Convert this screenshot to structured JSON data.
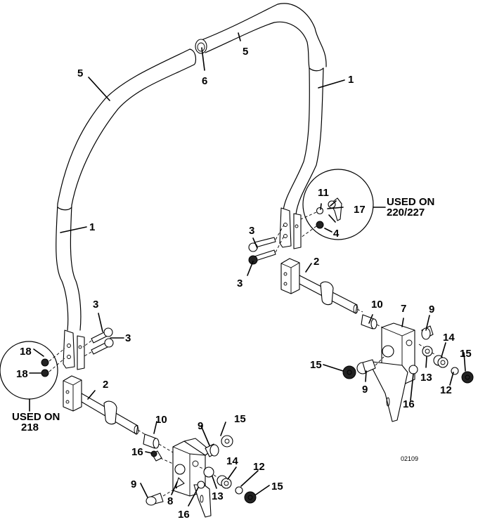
{
  "diagram": {
    "drawing_number": "02109",
    "notes": {
      "left_detail": {
        "line1": "USED ON",
        "line2": "218"
      },
      "right_detail": {
        "line1": "USED ON",
        "line2": "220/227"
      }
    },
    "callouts": {
      "c1_left": "1",
      "c1_right": "1",
      "c2_left": "2",
      "c2_right": "2",
      "c3_a": "3",
      "c3_b": "3",
      "c3_c": "3",
      "c3_d": "3",
      "c4": "4",
      "c5_left": "5",
      "c5_top": "5",
      "c6": "6",
      "c7": "7",
      "c8": "8",
      "c9_a": "9",
      "c9_b": "9",
      "c9_c": "9",
      "c9_d": "9",
      "c10_a": "10",
      "c10_b": "10",
      "c11": "11",
      "c12_a": "12",
      "c12_b": "12",
      "c13_a": "13",
      "c13_b": "13",
      "c14_a": "14",
      "c14_b": "14",
      "c15_a": "15",
      "c15_b": "15",
      "c15_c": "15",
      "c15_d": "15",
      "c16_a": "16",
      "c16_b": "16",
      "c16_c": "16",
      "c17": "17",
      "c18_a": "18",
      "c18_b": "18"
    }
  }
}
